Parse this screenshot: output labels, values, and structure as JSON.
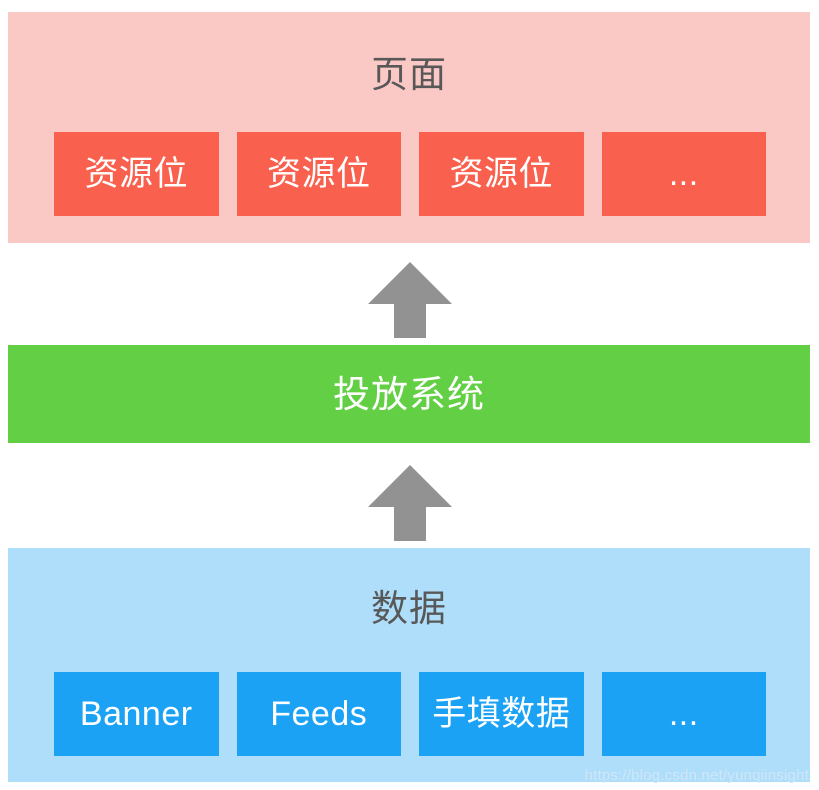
{
  "diagram": {
    "colors": {
      "page_band_bg": "#fbc9c5",
      "page_chip_bg": "#f9604e",
      "delivery_bg": "#63cf45",
      "data_band_bg": "#aedefa",
      "data_chip_bg": "#1ca2f5",
      "arrow": "#929292",
      "title_text": "#585858",
      "chip_text": "#ffffff",
      "watermark_text": "#cfe6f7"
    },
    "page_band": {
      "title": "页面",
      "chips": [
        {
          "label": "资源位"
        },
        {
          "label": "资源位"
        },
        {
          "label": "资源位"
        },
        {
          "label": "..."
        }
      ]
    },
    "delivery_band": {
      "label": "投放系统"
    },
    "data_band": {
      "title": "数据",
      "chips": [
        {
          "label": "Banner"
        },
        {
          "label": "Feeds"
        },
        {
          "label": "手填数据"
        },
        {
          "label": "..."
        }
      ]
    },
    "arrows": [
      {
        "name": "data-to-delivery",
        "direction": "up"
      },
      {
        "name": "delivery-to-page",
        "direction": "up"
      }
    ],
    "watermark": "https://blog.csdn.net/yunqiinsight"
  }
}
